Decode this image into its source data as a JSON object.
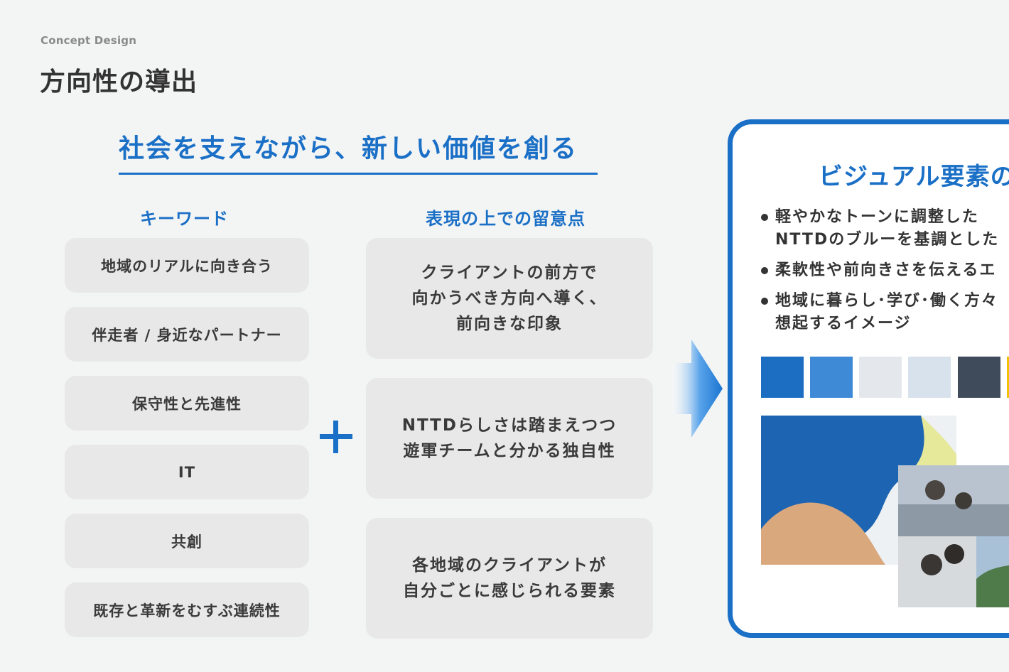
{
  "header": {
    "eyebrow": "Concept Design",
    "title": "方向性の導出"
  },
  "headline": "社会を支えながら、新しい価値を創る",
  "keywords": {
    "heading": "キーワード",
    "items": [
      "地域のリアルに向き合う",
      "伴走者 / 身近なパートナー",
      "保守性と先進性",
      "IT",
      "共創",
      "既存と革新をむすぶ連続性"
    ]
  },
  "points": {
    "heading": "表現の上での留意点",
    "items": [
      "クライアントの前方で\n向かうべき方向へ導く、\n前向きな印象",
      "NTTDらしさは踏まえつつ\n遊軍チームと分かる独自性",
      "各地域のクライアントが\n自分ごとに感じられる要素"
    ]
  },
  "plus_icon": "plus-icon",
  "arrow_icon": "arrow-right-icon",
  "visual": {
    "title": "ビジュアル要素の",
    "bullets": [
      "軽やかなトーンに調整した\nNTTDのブルーを基調とした",
      "柔軟性や前向きさを伝えるエ",
      "地域に暮らし･学び･働く方々\n想起するイメージ"
    ],
    "swatches": [
      "#1b6ec2",
      "#3f8ad6",
      "#e4e8ed",
      "#d7e2ec",
      "#3f4a5a",
      "#f2c200"
    ]
  },
  "colors": {
    "accent": "#1a6fc6",
    "background": "#f3f4f4",
    "card": "#e8e8e8",
    "text": "#333333"
  }
}
